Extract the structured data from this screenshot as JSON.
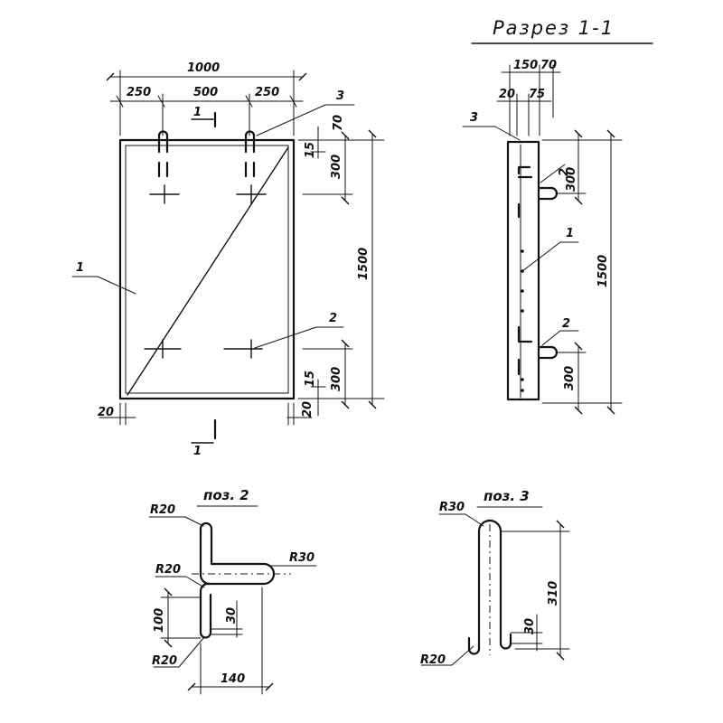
{
  "section_title": "Разрез 1-1",
  "front_view": {
    "dim_total_width": "1000",
    "dim_left": "250",
    "dim_middle": "500",
    "dim_right": "250",
    "dim_top_offset": "70",
    "dim_top_cover": "15",
    "dim_top_spacing": "300",
    "dim_height": "1500",
    "dim_bottom_spacing": "300",
    "dim_bottom_cover": "15",
    "dim_side_left": "20",
    "dim_side_right": "20",
    "callout_1": "1",
    "callout_2": "2",
    "callout_3": "3",
    "section_mark_top": "1",
    "section_mark_bottom": "1"
  },
  "section_view": {
    "dim_150": "150",
    "dim_70": "70",
    "dim_20": "20",
    "dim_75": "75",
    "dim_300_top": "300",
    "dim_1500": "1500",
    "dim_300_bottom": "300",
    "callout_1": "1",
    "callout_2_top": "2",
    "callout_2_bottom": "2",
    "callout_3": "3"
  },
  "pos2": {
    "title": "поз. 2",
    "r_top": "R20",
    "r_mid": "R20",
    "r_bend": "R30",
    "r_bottom": "R20",
    "dim_100": "100",
    "dim_30": "30",
    "dim_140": "140"
  },
  "pos3": {
    "title": "поз. 3",
    "r_top": "R30",
    "r_bottom": "R20",
    "dim_310": "310",
    "dim_30": "30"
  }
}
